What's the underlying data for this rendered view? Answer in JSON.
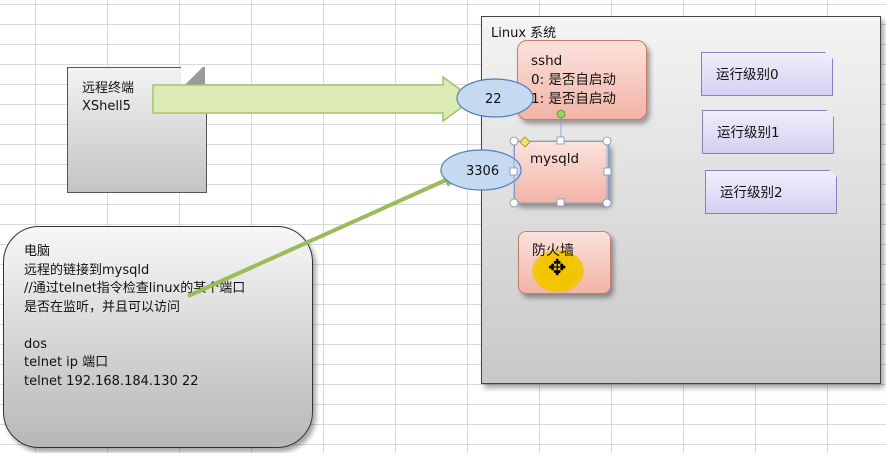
{
  "terminal": {
    "lines": [
      "远程终端",
      "XShell5"
    ]
  },
  "linux": {
    "title": "Linux 系统",
    "sshd": {
      "lines": [
        "sshd",
        "0: 是否自启动",
        "1: 是否自启动"
      ]
    },
    "mysqld": {
      "label": "mysqld"
    },
    "firewall": {
      "label": "防火墙"
    },
    "runlevels": [
      "运行级别0",
      "运行级别1",
      "运行级别2"
    ]
  },
  "ports": {
    "ssh": "22",
    "mysql": "3306"
  },
  "pc": {
    "lines": [
      "电脑",
      "远程的链接到mysqld",
      "//通过telnet指令检查linux的某个端口",
      "是否在监听，并且可以访问",
      "",
      "dos",
      "telnet ip 端口",
      "telnet  192.168.184.130  22"
    ]
  },
  "colors": {
    "arrow_fill": "#dcebb4",
    "arrow_stroke": "#a4c16e",
    "ellipse_fill": "#c5d9f1",
    "ellipse_stroke": "#4f81bd",
    "process_fill": "#f2b3a6",
    "runlevel_fill": "#ded7f3",
    "cursor_highlight": "#f3c500"
  }
}
